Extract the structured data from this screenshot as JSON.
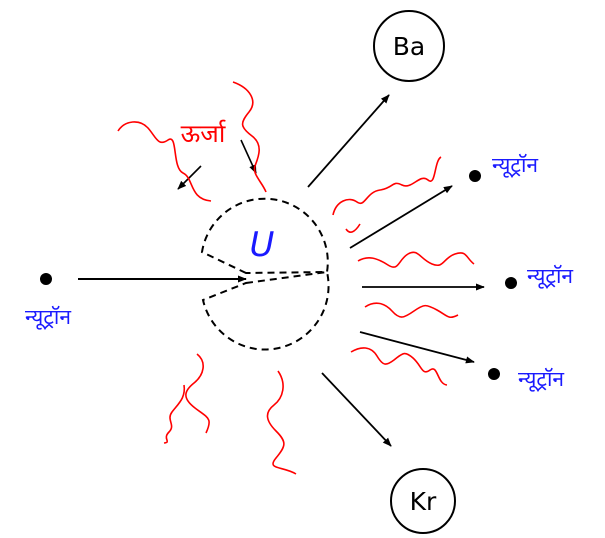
{
  "labels": {
    "energy": "ऊर्जा",
    "neutron_in": "न्यूट्रॉन",
    "neutron_out_1": "न्यूट्रॉन",
    "neutron_out_2": "न्यूट्रॉन",
    "neutron_out_3": "न्यूट्रॉन",
    "uranium": "U",
    "barium": "Ba",
    "krypton": "Kr"
  },
  "colors": {
    "energy_wave": "#ff0000",
    "neutron_text": "#1a1aff",
    "uranium_text": "#1a1aff",
    "lines": "#000000"
  }
}
